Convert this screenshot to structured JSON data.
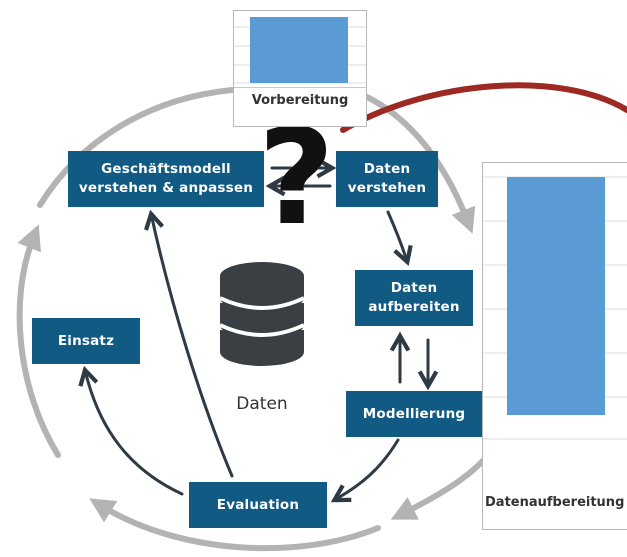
{
  "diagram": {
    "steps": {
      "business": "Geschäftsmodell\nverstehen & anpassen",
      "understand": "Daten\nverstehen",
      "prepare": "Daten\naufbereiten",
      "modeling": "Modellierung",
      "evaluation": "Evaluation",
      "deployment": "Einsatz"
    },
    "center_label": "Daten",
    "question_mark": "?"
  },
  "panels": {
    "small": {
      "caption": "Vorbereitung"
    },
    "large": {
      "caption": "Datenaufbereitung"
    }
  },
  "colors": {
    "box": "#105a84",
    "ring": "#b3b3b3",
    "arrow": "#2e3a45",
    "bar": "#5b9bd5",
    "curve": "#9c2a22"
  }
}
